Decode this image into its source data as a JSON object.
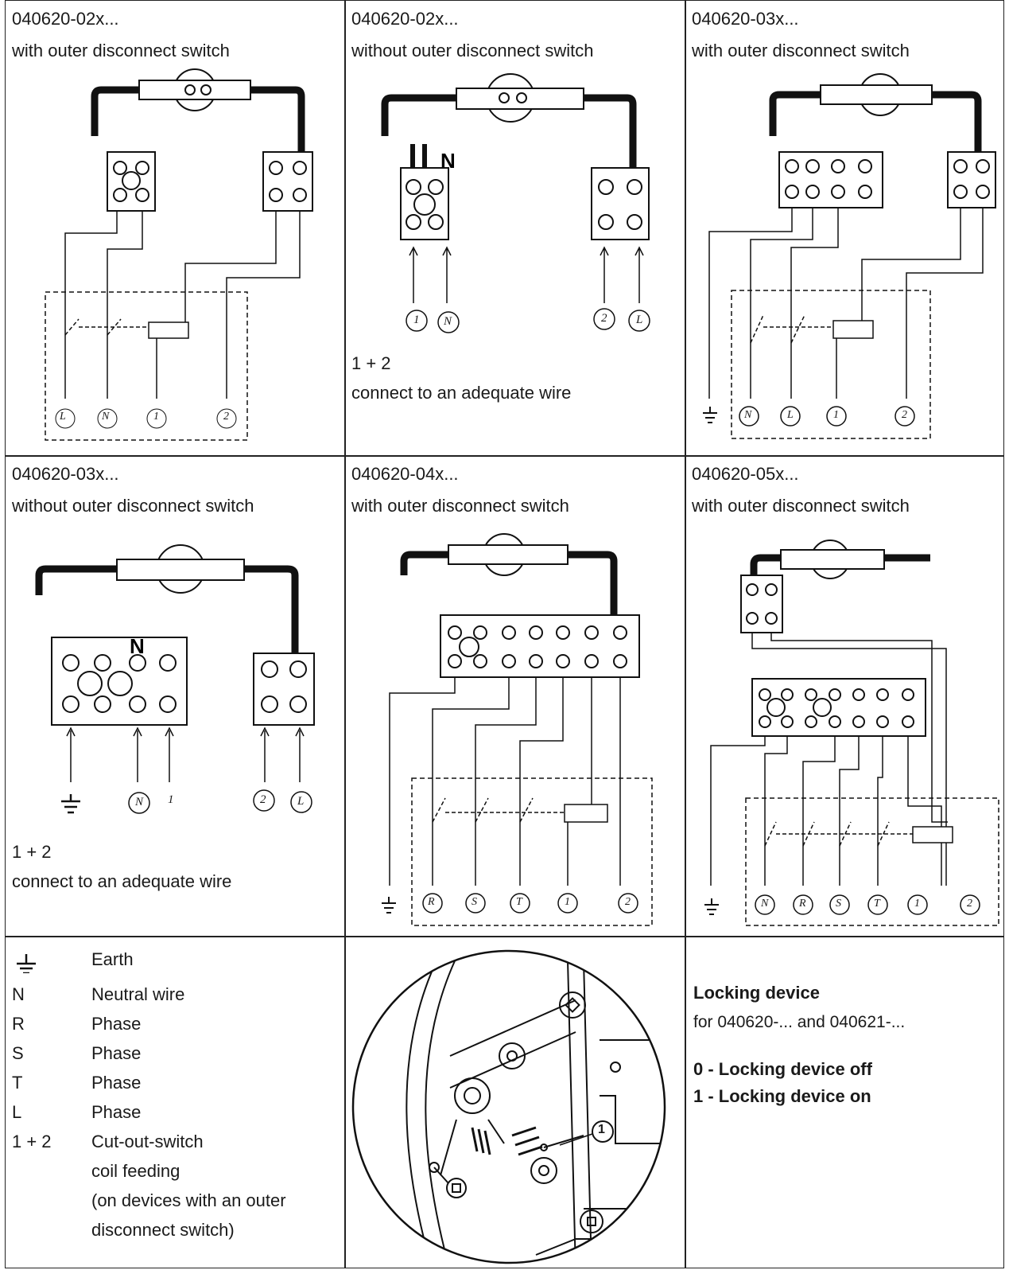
{
  "panels": [
    {
      "code": "040620-02x...",
      "variant": "with outer disconnect switch",
      "terminals": [
        "L",
        "N",
        "1",
        "2"
      ],
      "earth": false
    },
    {
      "code": "040620-02x...",
      "variant": "without outer disconnect switch",
      "terminals": [
        "1",
        "N",
        "2",
        "L"
      ],
      "note_line1": "1 + 2",
      "note_line2": "connect to an adequate wire"
    },
    {
      "code": "040620-03x...",
      "variant": "with outer disconnect switch",
      "terminals": [
        "N",
        "L",
        "1",
        "2"
      ],
      "earth": true
    },
    {
      "code": "040620-03x...",
      "variant": "without outer disconnect switch",
      "terminals": [
        "N",
        "1",
        "2",
        "L"
      ],
      "note_line1": "1 + 2",
      "note_line2": "connect to an adequate wire",
      "earth": true
    },
    {
      "code": "040620-04x...",
      "variant": "with outer disconnect switch",
      "terminals": [
        "R",
        "S",
        "T",
        "1",
        "2"
      ],
      "earth": true
    },
    {
      "code": "040620-05x...",
      "variant": "with outer disconnect switch",
      "terminals": [
        "N",
        "R",
        "S",
        "T",
        "1",
        "2"
      ],
      "earth": true
    }
  ],
  "legend": [
    {
      "symbol": "earth-symbol",
      "label": "Earth"
    },
    {
      "symbol": "N",
      "label": "Neutral wire"
    },
    {
      "symbol": "R",
      "label": "Phase"
    },
    {
      "symbol": "S",
      "label": "Phase"
    },
    {
      "symbol": "T",
      "label": "Phase"
    },
    {
      "symbol": "L",
      "label": "Phase"
    },
    {
      "symbol": "1 + 2",
      "label": "Cut-out-switch"
    },
    {
      "symbol": "",
      "label": "coil feeding"
    },
    {
      "symbol": "",
      "label": "(on devices with an outer"
    },
    {
      "symbol": "",
      "label": "disconnect switch)"
    }
  ],
  "locking": {
    "title": "Locking device",
    "subtitle": "for 040620-... and 040621-...",
    "item_off": "0 - Locking device off",
    "item_on": "1 - Locking device on",
    "callout_label": "1"
  }
}
